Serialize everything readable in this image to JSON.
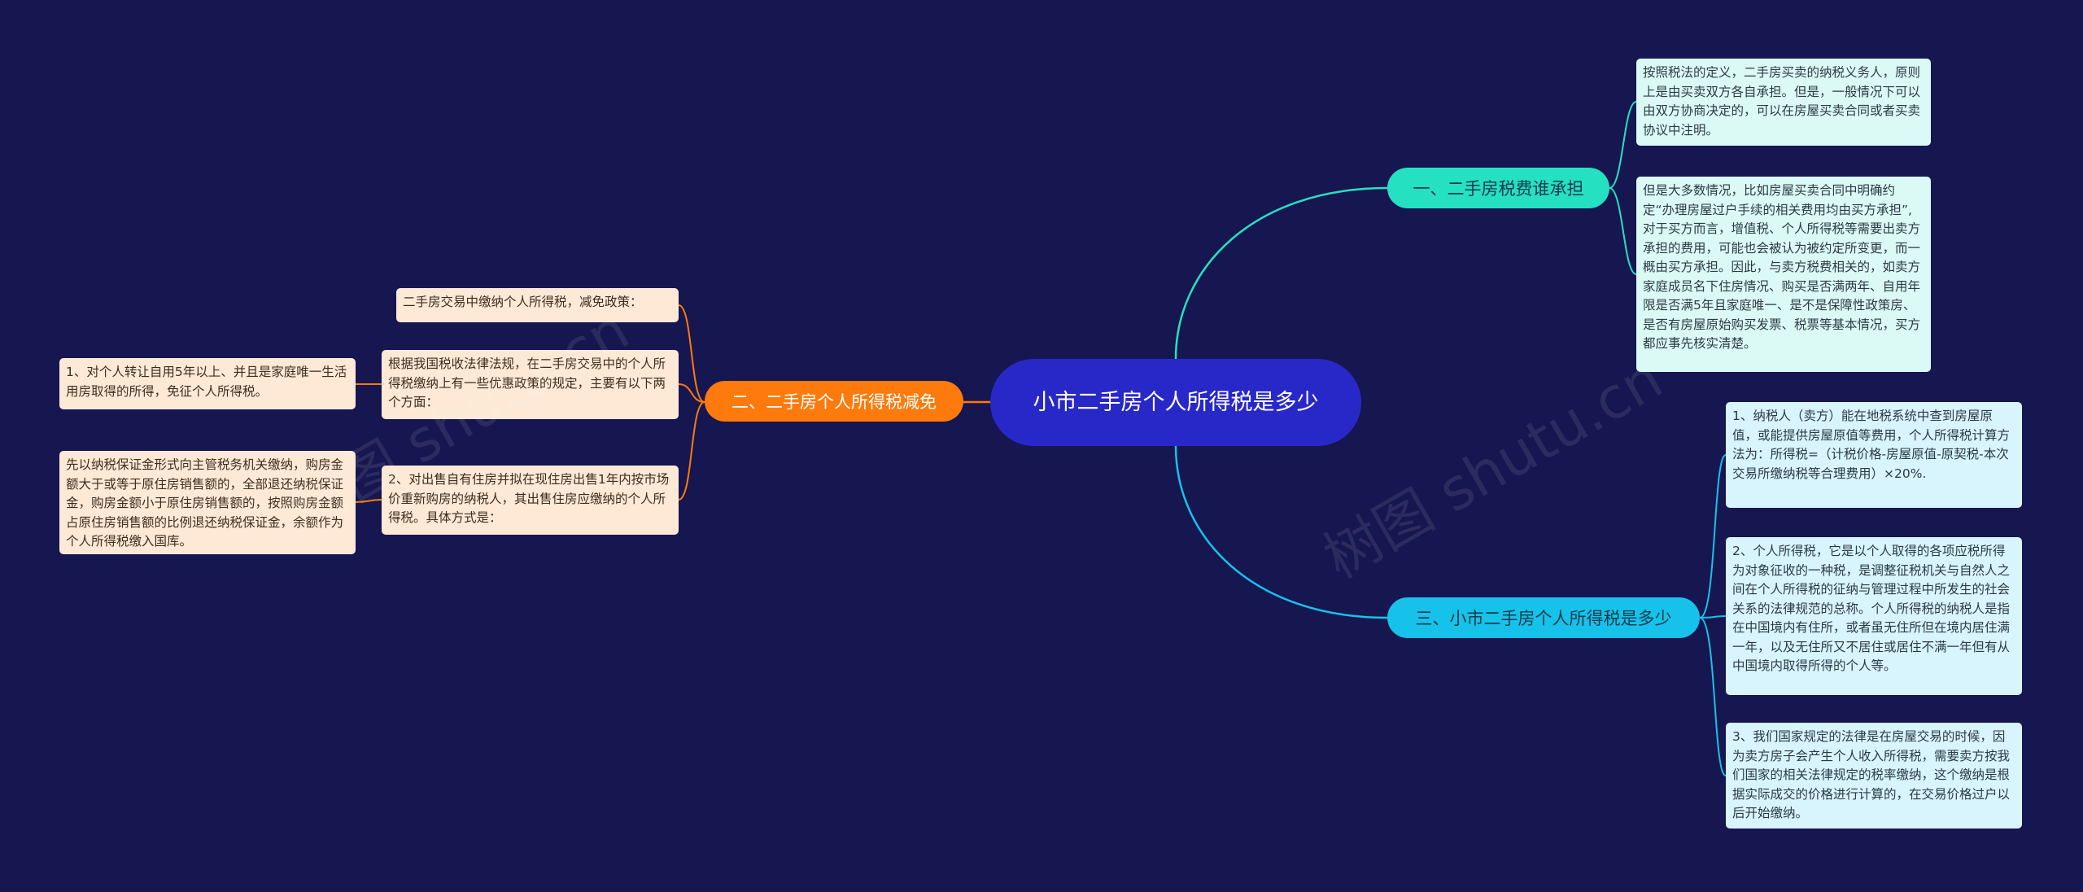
{
  "root": {
    "label": "小市二手房个人所得税是多少"
  },
  "branches": [
    {
      "label": "一、二手房税费谁承担",
      "color": "#26e0c2",
      "leaves": [
        "按照税法的定义，二手房买卖的纳税义务人，原则上是由买卖双方各自承担。但是，一般情况下可以由双方协商决定的，可以在房屋买卖合同或者买卖协议中注明。",
        "但是大多数情况，比如房屋买卖合同中明确约定“办理房屋过户手续的相关费用均由买方承担”,对于买方而言，增值税、个人所得税等需要出卖方承担的费用，可能也会被认为被约定所变更，而一概由买方承担。因此，与卖方税费相关的，如卖方家庭成员名下住房情况、购买是否满两年、自用年限是否满5年且家庭唯一、是不是保障性政策房、是否有房屋原始购买发票、税票等基本情况，买方都应事先核实清楚。"
      ]
    },
    {
      "label": "二、二手房个人所得税减免",
      "color": "#ff7a0c",
      "leaves": [
        "二手房交易中缴纳个人所得税，减免政策：",
        "根据我国税收法律法规，在二手房交易中的个人所得税缴纳上有一些优惠政策的规定，主要有以下两个方面：",
        "2、对出售自有住房并拟在现住房出售1年内按市场价重新购房的纳税人，其出售住房应缴纳的个人所得税。具体方式是："
      ],
      "sub_leaves": [
        "1、对个人转让自用5年以上、并且是家庭唯一生活用房取得的所得，免征个人所得税。",
        "先以纳税保证金形式向主管税务机关缴纳，购房金额大于或等于原住房销售额的，全部退还纳税保证金，购房金额小于原住房销售额的，按照购房金额占原住房销售额的比例退还纳税保证金，余额作为个人所得税缴入国库。"
      ]
    },
    {
      "label": "三、小市二手房个人所得税是多少",
      "color": "#16c2ea",
      "leaves": [
        "1、纳税人（卖方）能在地税系统中查到房屋原值，或能提供房屋原值等费用，个人所得税计算方法为：所得税=（计税价格-房屋原值-原契税-本次交易所缴纳税等合理费用）×20%.",
        "2、个人所得税，它是以个人取得的各项应税所得为对象征收的一种税，是调整征税机关与自然人之间在个人所得税的征纳与管理过程中所发生的社会关系的法律规范的总称。个人所得税的纳税人是指在中国境内有住所，或者虽无住所但在境内居住满一年，以及无住所又不居住或居住不满一年但有从中国境内取得所得的个人等。",
        "3、我们国家规定的法律是在房屋交易的时候，因为卖方房子会产生个人收入所得税，需要卖方按我们国家的相关法律规定的税率缴纳，这个缴纳是根据实际成交的价格进行计算的，在交易价格过户以后开始缴纳。"
      ]
    }
  ],
  "watermark": "树图 shutu.cn"
}
